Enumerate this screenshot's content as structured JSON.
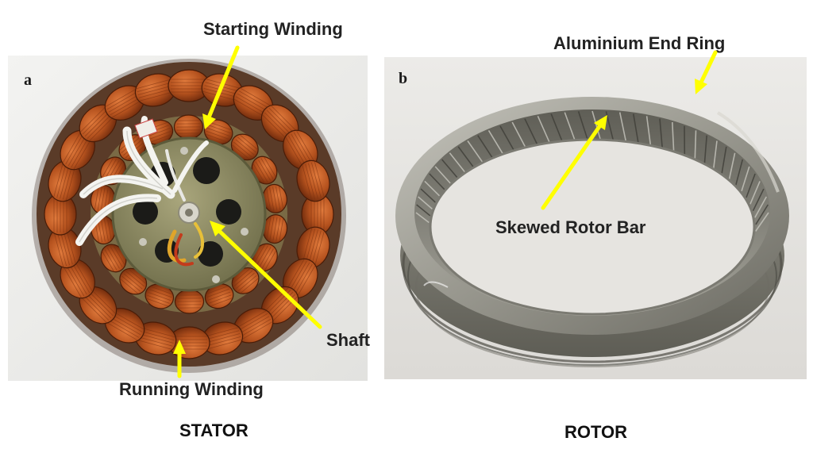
{
  "panels": {
    "a": {
      "letter": "a",
      "caption": "STATOR"
    },
    "b": {
      "letter": "b",
      "caption": "ROTOR"
    }
  },
  "labels": {
    "starting_winding": "Starting Winding",
    "running_winding": "Running Winding",
    "shaft": "Shaft",
    "aluminium_end_ring": "Aluminium End Ring",
    "skewed_rotor_bar": "Skewed Rotor Bar"
  },
  "colors": {
    "arrow": "#ffff00",
    "copper_coil": "#b5521e",
    "stator_core": "#8c8a62",
    "aluminium": "#a8a8a0",
    "background": "#ffffff"
  }
}
